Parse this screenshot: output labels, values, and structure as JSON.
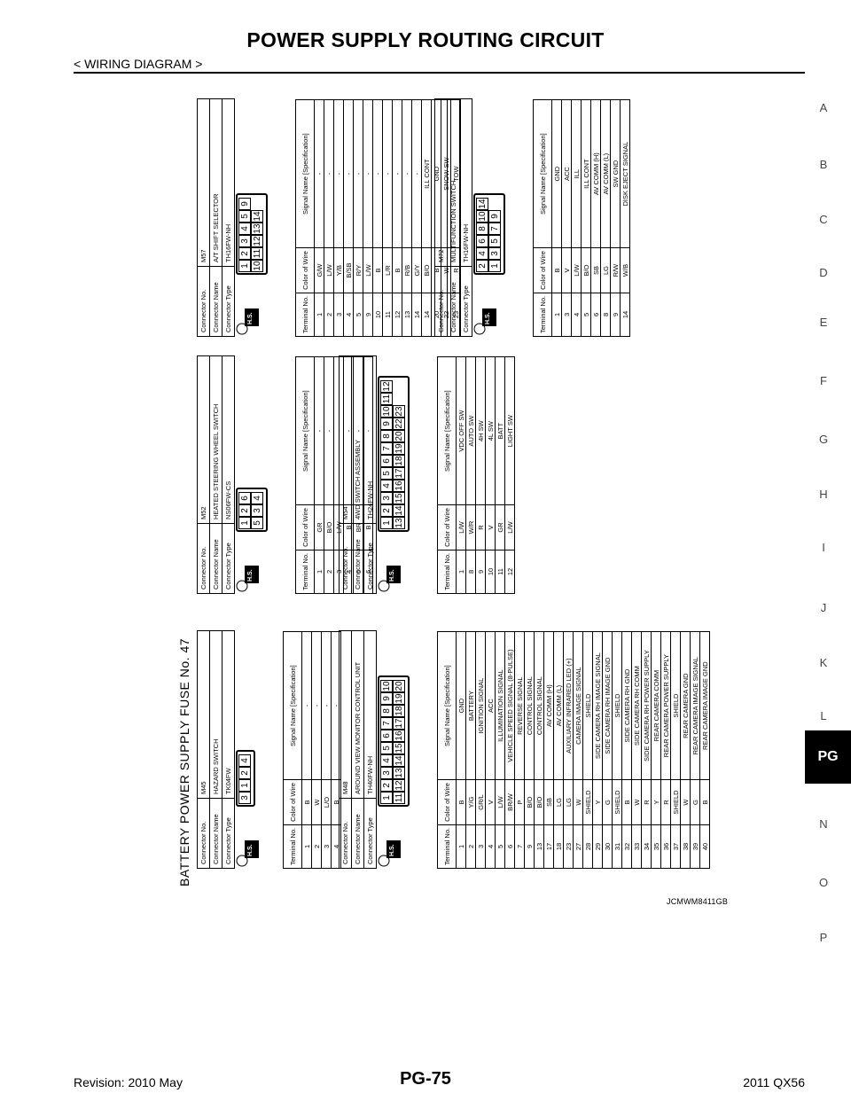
{
  "header": {
    "title": "POWER SUPPLY ROUTING CIRCUIT",
    "subtitle": "< WIRING DIAGRAM >"
  },
  "side_index": [
    "A",
    "B",
    "C",
    "D",
    "E",
    "F",
    "G",
    "H",
    "I",
    "J",
    "K",
    "L",
    "PG",
    "N",
    "O",
    "P"
  ],
  "side_index_active": "PG",
  "diagram": {
    "title": "BATTERY POWER SUPPLY FUSE No. 47",
    "labels": {
      "connector_no": "Connector No.",
      "connector_name": "Connector Name",
      "connector_type": "Connector Type",
      "terminal_no": "Terminal No.",
      "color_of_wire": "Color of Wire",
      "signal_name": "Signal Name [Specification]",
      "hs": "H.S."
    },
    "connectors": [
      {
        "no": "M45",
        "name": "HAZARD SWITCH",
        "type": "TK04FW",
        "face": [
          "3",
          "1",
          "2",
          "4"
        ],
        "pins": [
          [
            "1",
            "B",
            "-"
          ],
          [
            "2",
            "W",
            "-"
          ],
          [
            "3",
            "L/O",
            "-"
          ],
          [
            "4",
            "B",
            "-"
          ]
        ]
      },
      {
        "no": "M48",
        "name": "AROUND VIEW MONITOR CONTROL UNIT",
        "type": "TH40FW-NH",
        "face": [
          "1",
          "2",
          "3",
          "4",
          "5",
          "6",
          "7",
          "8",
          "9",
          "10",
          "11",
          "12",
          "13",
          "14",
          "15",
          "16",
          "17",
          "18",
          "19",
          "20"
        ],
        "pins": [
          [
            "1",
            "B",
            "GND"
          ],
          [
            "2",
            "Y/G",
            "BATTERY"
          ],
          [
            "3",
            "GR/L",
            "IGNITION SIGNAL"
          ],
          [
            "4",
            "V",
            "ACC"
          ],
          [
            "5",
            "L/W",
            "ILLUMINATION SIGNAL"
          ],
          [
            "6",
            "BR/W",
            "VEHICLE SPEED SIGNAL (8-PULSE)"
          ],
          [
            "7",
            "P",
            "REVERSE SIGNAL"
          ],
          [
            "9",
            "B/O",
            "CONTROL SIGNAL"
          ],
          [
            "13",
            "B/O",
            "CONTROL SIGNAL"
          ],
          [
            "17",
            "SB",
            "AV COMM (H)"
          ],
          [
            "18",
            "LG",
            "AV COMM (L)"
          ],
          [
            "23",
            "LG",
            "AUXILIARY INFRARED LED (+)"
          ],
          [
            "27",
            "W",
            "CAMERA IMAGE SIGNAL"
          ],
          [
            "28",
            "SHIELD",
            "SHIELD"
          ],
          [
            "29",
            "Y",
            "SIDE CAMERA RH IMAGE SIGNAL"
          ],
          [
            "30",
            "G",
            "SIDE CAMERA RH IMAGE GND"
          ],
          [
            "31",
            "SHIELD",
            "SHIELD"
          ],
          [
            "32",
            "B",
            "SIDE CAMERA RH GND"
          ],
          [
            "33",
            "W",
            "SIDE CAMERA RH COMM"
          ],
          [
            "34",
            "R",
            "SIDE CAMERA RH POWER SUPPLY"
          ],
          [
            "35",
            "Y",
            "REAR CAMERA COMM"
          ],
          [
            "36",
            "R",
            "REAR CAMERA POWER SUPPLY"
          ],
          [
            "37",
            "SHIELD",
            "SHIELD"
          ],
          [
            "38",
            "W",
            "REAR CAMERA GND"
          ],
          [
            "39",
            "G",
            "REAR CAMERA IMAGE SIGNAL"
          ],
          [
            "40",
            "B",
            "REAR CAMERA IMAGE GND"
          ]
        ]
      },
      {
        "no": "M52",
        "name": "HEATED STEERING WHEEL SWITCH",
        "type": "NS06FW-CS",
        "face": [
          "1",
          "2",
          "6",
          "5",
          "3",
          "4"
        ],
        "pins": [
          [
            "1",
            "GR",
            "-"
          ],
          [
            "2",
            "B/O",
            "-"
          ],
          [
            "3",
            "L/W",
            "-"
          ],
          [
            "4",
            "B",
            "-"
          ],
          [
            "5",
            "BR",
            "-"
          ],
          [
            "6",
            "B",
            "-"
          ]
        ]
      },
      {
        "no": "M54",
        "name": "4WD SWITCH ASSEMBLY",
        "type": "TH24FW-NH",
        "face": [
          "1",
          "2",
          "3",
          "4",
          "5",
          "6",
          "7",
          "8",
          "9",
          "10",
          "11",
          "12",
          "13",
          "14",
          "15",
          "16",
          "17",
          "18",
          "19",
          "20",
          "22",
          "23"
        ],
        "pins": [
          [
            "1",
            "L/W",
            "VDC OFF SW"
          ],
          [
            "8",
            "W/R",
            "AUTO SW"
          ],
          [
            "9",
            "R",
            "4H SW"
          ],
          [
            "10",
            "V",
            "4L SW"
          ],
          [
            "11",
            "GR",
            "BATT"
          ],
          [
            "12",
            "L/W",
            "LIGHT SW"
          ]
        ]
      },
      {
        "no": "M57",
        "name": "A/T SHIFT SELECTOR",
        "type": "TH16FW-NH",
        "face": [
          "1",
          "2",
          "3",
          "4",
          "5",
          "9",
          "10",
          "11",
          "12",
          "13",
          "14"
        ],
        "pins": [
          [
            "1",
            "G/W",
            "-"
          ],
          [
            "2",
            "L/W",
            "-"
          ],
          [
            "3",
            "Y/B",
            "-"
          ],
          [
            "4",
            "B/SB",
            "-"
          ],
          [
            "5",
            "R/Y",
            "-"
          ],
          [
            "9",
            "L/W",
            "-"
          ],
          [
            "10",
            "B",
            "-"
          ],
          [
            "11",
            "L/R",
            "-"
          ],
          [
            "12",
            "B",
            "-"
          ],
          [
            "13",
            "R/B",
            "-"
          ],
          [
            "14",
            "G/Y",
            "-"
          ],
          [
            "14",
            "B/O",
            "ILL CONT"
          ],
          [
            "20",
            "B",
            "GND"
          ],
          [
            "22",
            "W",
            "SNOW SW"
          ],
          [
            "23",
            "R",
            "TOW"
          ]
        ]
      },
      {
        "no": "M72",
        "name": "MULTIFUNCTION SWITCH",
        "type": "TH16FW-NH",
        "face": [
          "2",
          "4",
          "6",
          "8",
          "10",
          "14",
          "1",
          "3",
          "5",
          "7",
          "9"
        ],
        "pins": [
          [
            "1",
            "B",
            "GND"
          ],
          [
            "3",
            "V",
            "ACC"
          ],
          [
            "4",
            "L/W",
            "ILL"
          ],
          [
            "5",
            "B/O",
            "ILL CONT"
          ],
          [
            "6",
            "SB",
            "AV COMM (H)"
          ],
          [
            "8",
            "LG",
            "AV COMM (L)"
          ],
          [
            "9",
            "R/W",
            "SW GND"
          ],
          [
            "14",
            "W/B",
            "DISK EJECT SIGNAL"
          ]
        ]
      }
    ]
  },
  "drawing_code": "JCMWM8411GB",
  "footer": {
    "revision": "Revision: 2010 May",
    "page": "PG-75",
    "model": "2011 QX56"
  }
}
